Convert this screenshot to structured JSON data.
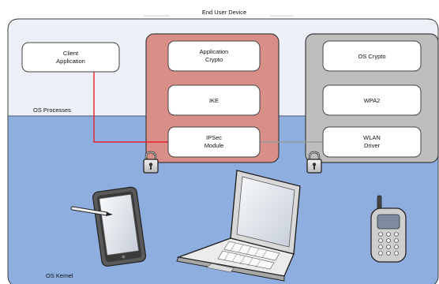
{
  "title": "End User Device",
  "zones": {
    "os_processes": "OS Processes",
    "os_kernel": "OS Kernel"
  },
  "client_app": {
    "line1": "Client",
    "line2": "Application"
  },
  "crypto_module": {
    "app_crypto_line1": "Application",
    "app_crypto_line2": "Crypto",
    "ike": "IKE",
    "ipsec_line1": "IPSec",
    "ipsec_line2": "Module"
  },
  "os_module": {
    "os_crypto": "OS Crypto",
    "wpa2": "WPA2",
    "wlan_line1": "WLAN",
    "wlan_line2": "Driver"
  },
  "devices": [
    "tablet-icon",
    "laptop-icon",
    "mobile-phone-icon"
  ],
  "colors": {
    "process_zone": "#eef0f7",
    "kernel_zone": "#8eaedf",
    "crypto_module": "#d98e88",
    "os_module": "#bebebe",
    "connector_red": "#e8202a",
    "connector_gray": "#9a9a9a"
  }
}
